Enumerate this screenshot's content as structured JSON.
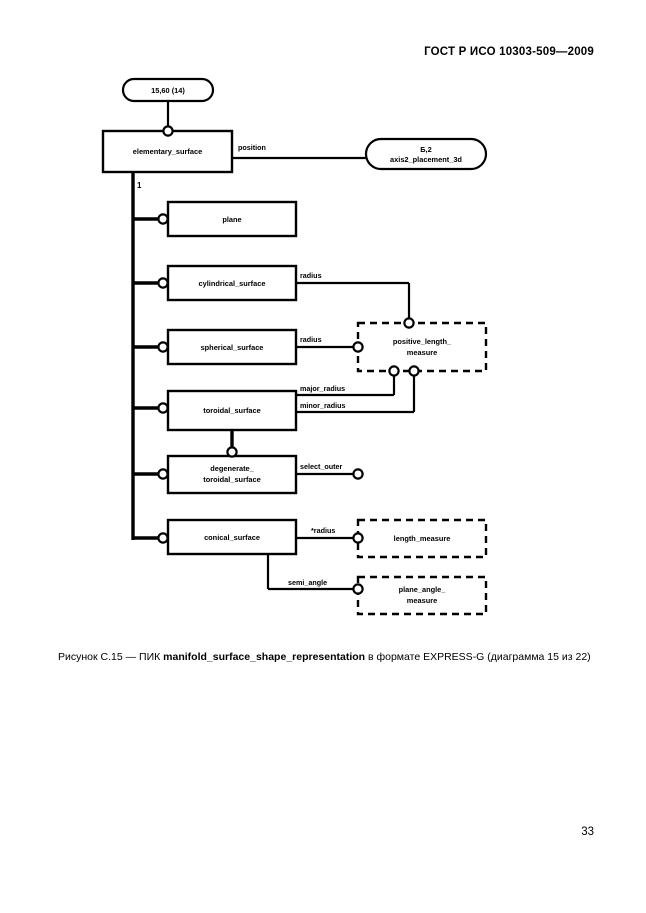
{
  "document": {
    "header": "ГОСТ Р ИСО 10303-509—2009",
    "page_number": "33"
  },
  "caption": {
    "prefix": "Рисунок С.15 — ПИК ",
    "entity": "manifold_surface_shape_representation",
    "suffix": " в формате EXPRESS-G (диаграмма 15 из 22)"
  },
  "diagram": {
    "type": "EXPRESS-G",
    "page_refs": [
      {
        "id": "ref-top",
        "label": "15,60 (14)"
      },
      {
        "id": "ref-axis2",
        "line1": "Б,2",
        "line2": "axis2_placement_3d"
      }
    ],
    "entities": [
      {
        "id": "elementary_surface",
        "label": "elementary_surface",
        "style": "solid"
      },
      {
        "id": "plane",
        "label": "plane",
        "style": "solid"
      },
      {
        "id": "cylindrical_surface",
        "label": "cylindrical_surface",
        "style": "solid"
      },
      {
        "id": "spherical_surface",
        "label": "spherical_surface",
        "style": "solid"
      },
      {
        "id": "toroidal_surface",
        "label": "toroidal_surface",
        "style": "solid"
      },
      {
        "id": "degenerate_toroidal_surface",
        "line1": "degenerate_",
        "line2": "toroidal_surface",
        "style": "solid"
      },
      {
        "id": "conical_surface",
        "label": "conical_surface",
        "style": "solid"
      },
      {
        "id": "positive_length_measure",
        "line1": "positive_length_",
        "line2": "measure",
        "style": "dashed"
      },
      {
        "id": "length_measure",
        "label": "length_measure",
        "style": "dashed"
      },
      {
        "id": "plane_angle_measure",
        "line1": "plane_angle_",
        "line2": "measure",
        "style": "dashed"
      }
    ],
    "attributes": [
      {
        "id": "attr-position",
        "label": "position"
      },
      {
        "id": "attr-radius-cyl",
        "label": "radius"
      },
      {
        "id": "attr-radius-sph",
        "label": "radius"
      },
      {
        "id": "attr-major-radius",
        "label": "major_radius"
      },
      {
        "id": "attr-minor-radius",
        "label": "minor_radius"
      },
      {
        "id": "attr-select-outer",
        "label": "select_outer"
      },
      {
        "id": "attr-radius-con",
        "label": "*radius"
      },
      {
        "id": "attr-semi-angle",
        "label": "semi_angle"
      }
    ],
    "cardinality": [
      {
        "id": "card-subtype",
        "label": "1"
      }
    ]
  }
}
